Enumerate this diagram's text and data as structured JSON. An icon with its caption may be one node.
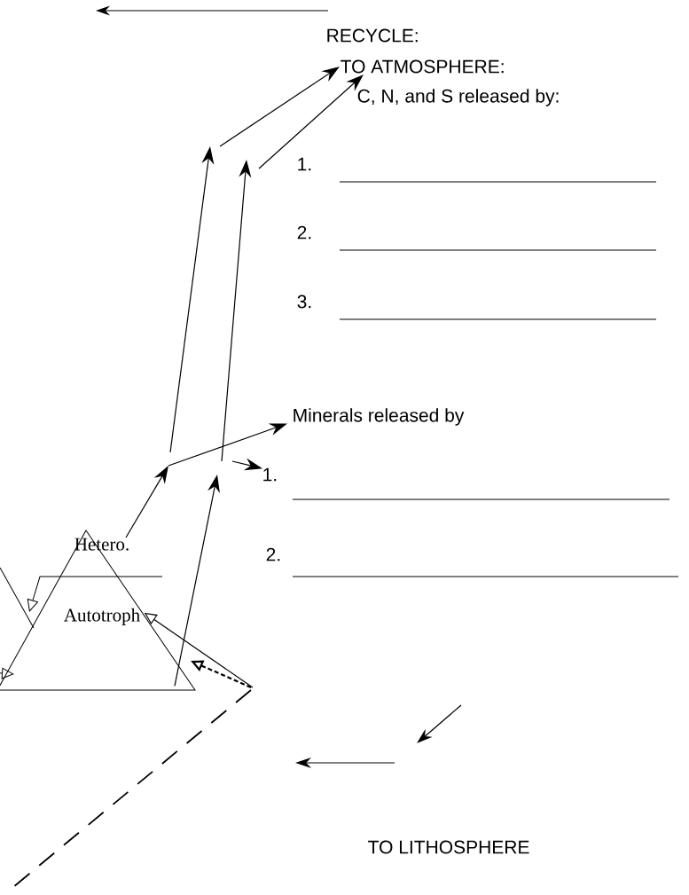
{
  "diagram": {
    "nodes": [
      {
        "text": [
          "RECYCLE:"
        ]
      },
      {
        "text": [
          "TO ATMOSPHERE:"
        ]
      },
      {
        "text": [
          "C, N, and S released by:"
        ]
      },
      {
        "text": [
          "Minerals released by"
        ]
      },
      {
        "text": [
          "TO LITHOSPHERE"
        ]
      },
      {
        "text": [
          "Hetero.",
          "Autotroph"
        ]
      },
      {
        "text": [
          "1."
        ]
      }
    ],
    "edges": [
      {
        "from": 5,
        "to": null,
        "arrow": "to"
      },
      {
        "from": 5,
        "to": null,
        "arrow": "to"
      },
      {
        "from": null,
        "to": 1,
        "arrow": "to"
      },
      {
        "from": null,
        "to": 1,
        "arrow": "to"
      },
      {
        "from": null,
        "to": 3,
        "arrow": "to"
      },
      {
        "from": null,
        "to": 6,
        "arrow": "to"
      },
      {
        "from": null,
        "to": 5,
        "arrow": "to"
      }
    ],
    "labels": [
      "1.",
      "2.",
      "3.",
      "2."
    ]
  }
}
